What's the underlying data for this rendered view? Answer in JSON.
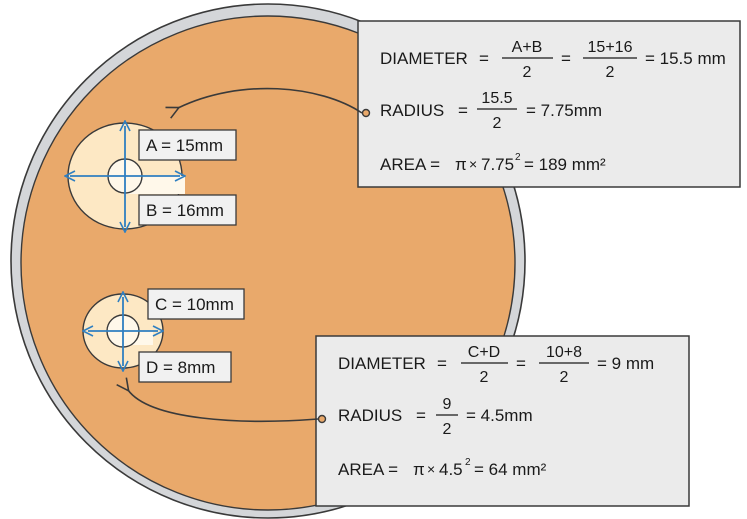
{
  "colors": {
    "plate_fill": "#e9a96b",
    "plate_rim": "#d4d6d9",
    "outline": "#3a3a3a",
    "zone_fill": "#fde8c4",
    "zone_inner": "#fff8ea",
    "arrow_blue": "#2f7fc1",
    "box_fill": "#ebebeb",
    "label_fill": "#f1f1f1"
  },
  "zone1": {
    "label_a": "A = 15mm",
    "label_b": "B = 16mm",
    "box": {
      "diameter_word": "DIAMETER",
      "diameter_f1_num": "A+B",
      "diameter_f1_den": "2",
      "diameter_f2_num": "15+16",
      "diameter_f2_den": "2",
      "diameter_result": "= 15.5 mm",
      "radius_word": "RADIUS",
      "radius_num": "15.5",
      "radius_den": "2",
      "radius_result": "= 7.75mm",
      "area_word": "AREA =",
      "area_pi": "π",
      "area_times": "×",
      "area_base": "7.75",
      "area_exp": "2",
      "area_result": "= 189 mm²"
    }
  },
  "zone2": {
    "label_c": "C = 10mm",
    "label_d": "D = 8mm",
    "box": {
      "diameter_word": "DIAMETER",
      "diameter_f1_num": "C+D",
      "diameter_f1_den": "2",
      "diameter_f2_num": "10+8",
      "diameter_f2_den": "2",
      "diameter_result": "= 9 mm",
      "radius_word": "RADIUS",
      "radius_num": "9",
      "radius_den": "2",
      "radius_result": "= 4.5mm",
      "area_word": "AREA =",
      "area_pi": "π",
      "area_times": "×",
      "area_base": "4.5",
      "area_exp": "2",
      "area_result": "= 64 mm²"
    }
  }
}
